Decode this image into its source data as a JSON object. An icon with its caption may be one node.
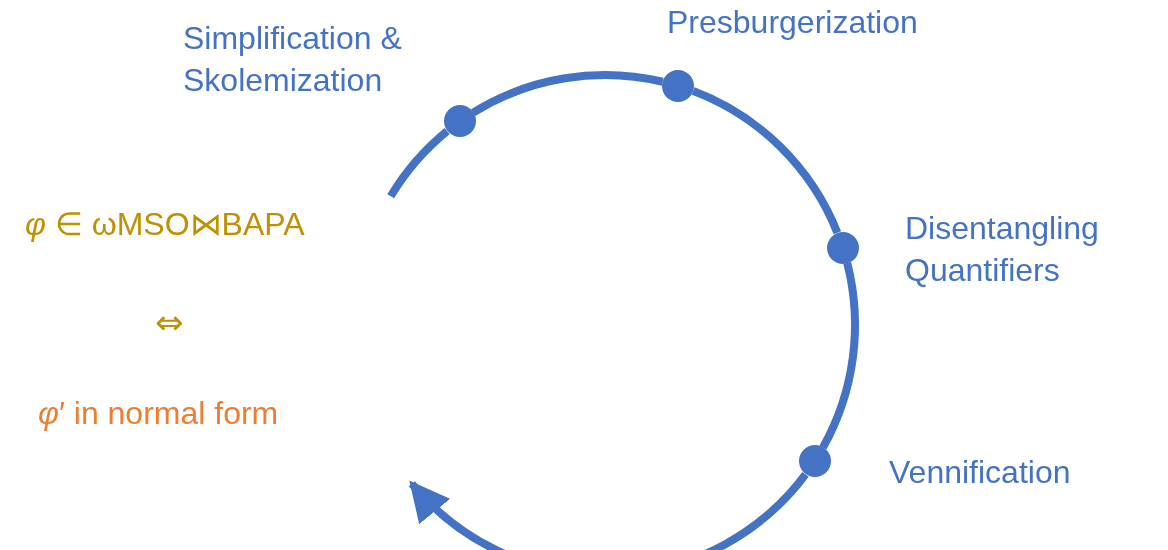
{
  "diagram": {
    "nodes": [
      {
        "text": [],
        "shape": "circle",
        "beside": [
          "Simplification & Skolemization"
        ]
      },
      {
        "text": [],
        "shape": "circle",
        "beside": [
          "Presburgerization"
        ]
      },
      {
        "text": [],
        "shape": "circle",
        "beside": [
          "Disentangling Quantifiers"
        ]
      },
      {
        "text": [],
        "shape": "circle",
        "beside": [
          "Vennification"
        ]
      }
    ],
    "edges": [
      {
        "from": null,
        "to": 0,
        "arrow": "none"
      },
      {
        "from": 0,
        "to": 1,
        "arrow": "none"
      },
      {
        "from": 1,
        "to": 2,
        "arrow": "none"
      },
      {
        "from": 2,
        "to": 3,
        "arrow": "none"
      },
      {
        "from": 3,
        "to": null,
        "arrow": "to"
      }
    ],
    "labels": [
      "*φ* ∈ ωMSO⋈BAPA",
      "⇔",
      "*φ*′ in normal form"
    ]
  }
}
